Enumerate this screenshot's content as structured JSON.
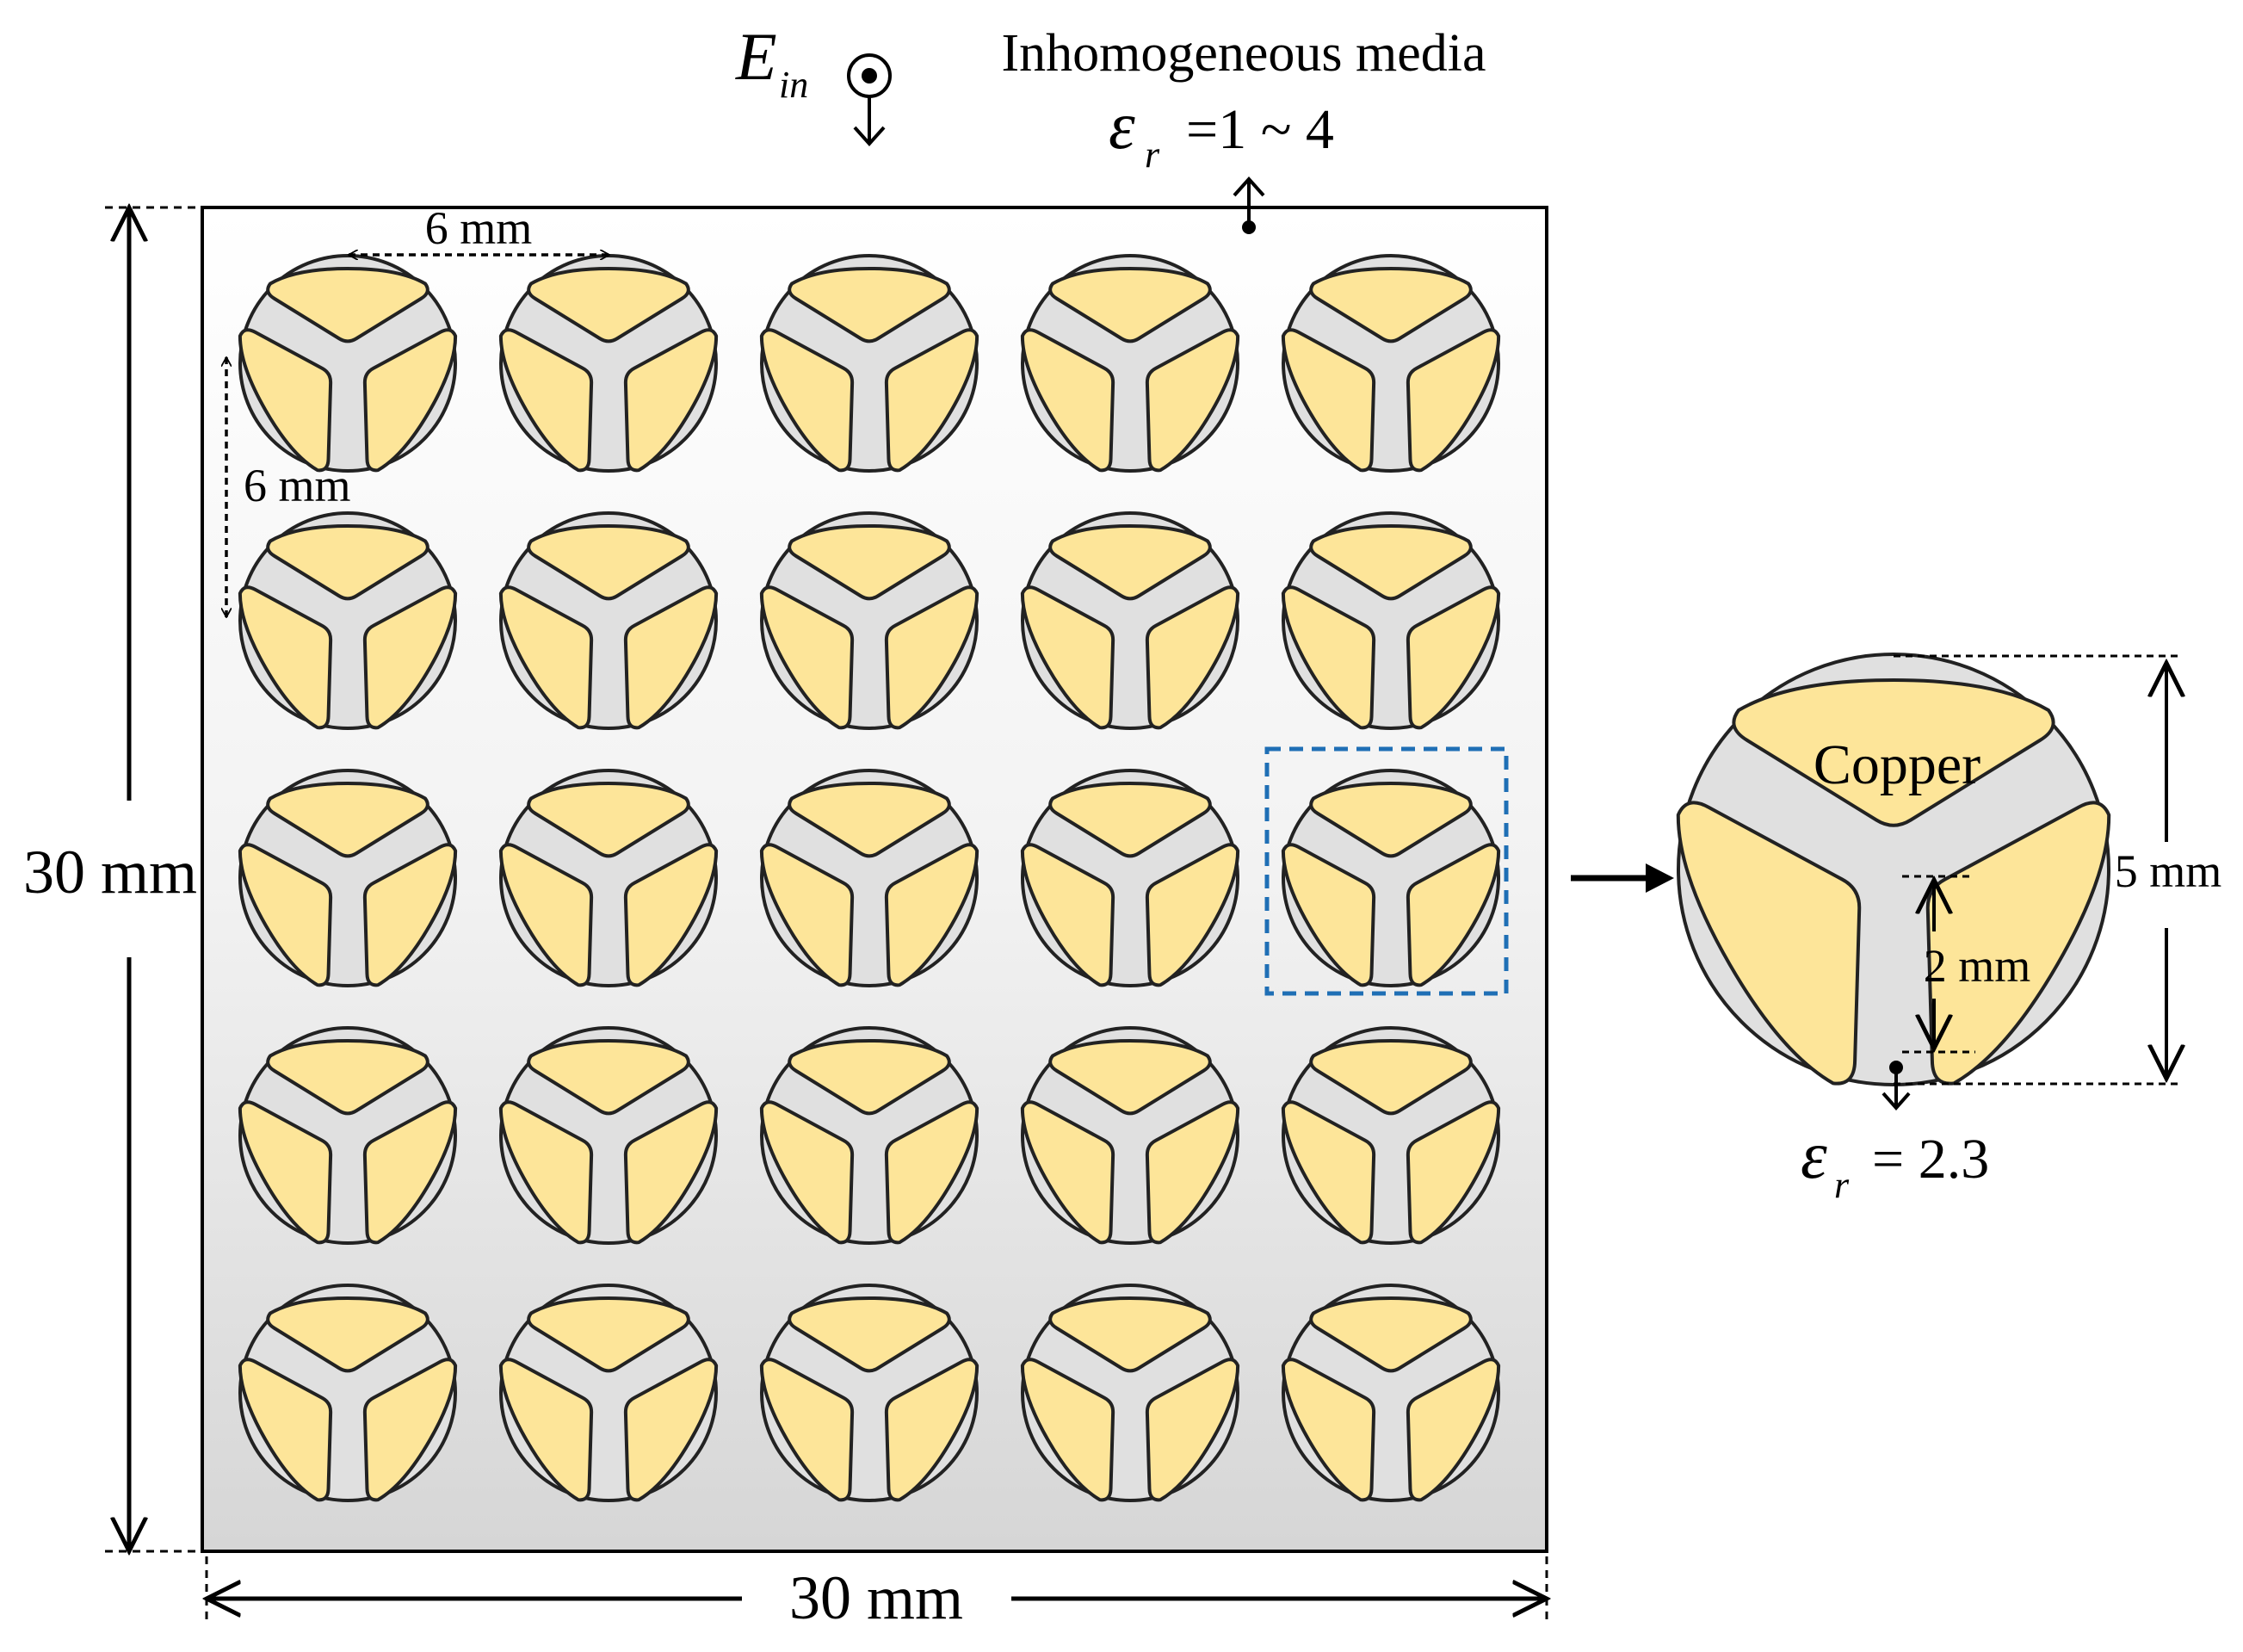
{
  "title": "Inhomogeneous media",
  "field": {
    "symbol": "E",
    "subscript": "in"
  },
  "media_permittivity": {
    "symbol": "ε",
    "subscript": "r",
    "value": "=1 ~ 4"
  },
  "unit_permittivity": {
    "symbol": "ε",
    "subscript": "r",
    "value": "= 2.3"
  },
  "dimensions": {
    "width": "30 mm",
    "height": "30 mm",
    "pitch_x": "6 mm",
    "pitch_y": "6 mm",
    "unit_diameter": "5 mm",
    "slot_length": "2 mm"
  },
  "material_label": "Copper",
  "array": {
    "rows": 5,
    "cols": 5,
    "highlighted_cell": {
      "row": 3,
      "col": 5
    }
  },
  "colors": {
    "copper": "#fde599",
    "substrate": "#e0e0e0",
    "highlight": "#1f6fb5",
    "outline": "#222222"
  }
}
